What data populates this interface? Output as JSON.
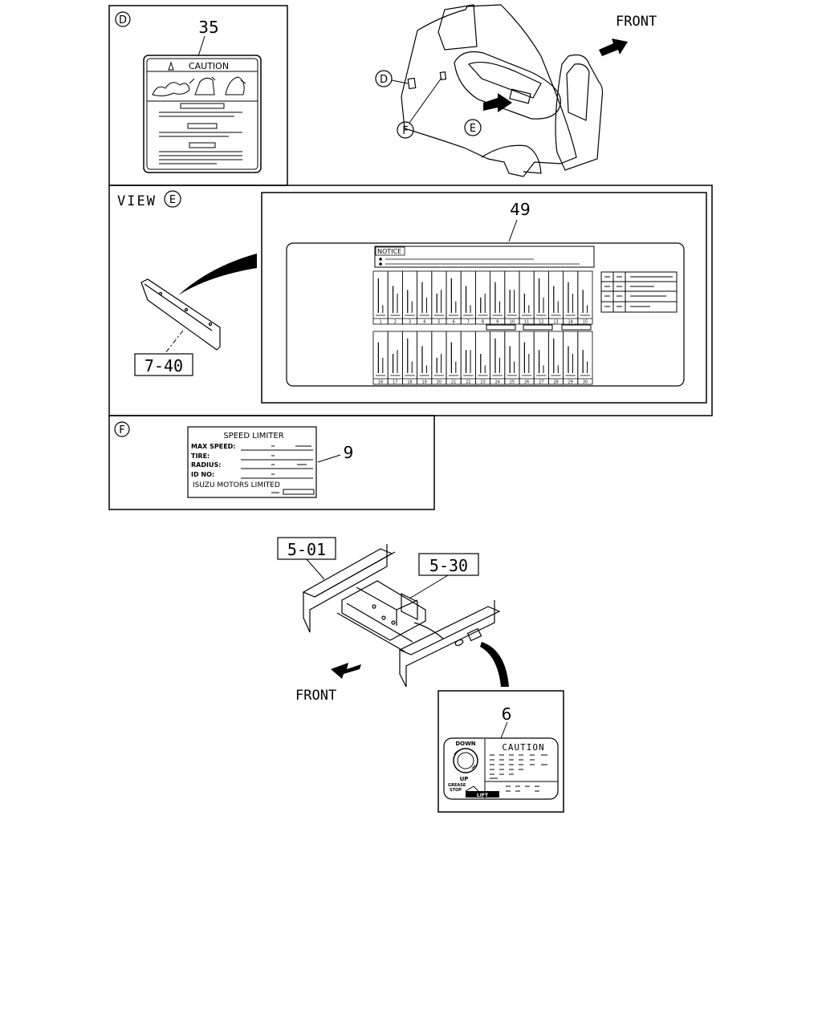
{
  "front_label_top": "FRONT",
  "front_label_bottom": "FRONT",
  "section_d": {
    "marker": "D",
    "part_number": "35",
    "label_title": "CAUTION"
  },
  "cab_callouts": {
    "d": "D",
    "f": "F",
    "e": "E"
  },
  "view_e": {
    "view_word": "VIEW",
    "view_marker": "E",
    "ref_box": "7-40",
    "part_number": "49",
    "notice_title": "NOTICE",
    "fuse_numbers_row1": [
      "1",
      "2",
      "3",
      "4",
      "5",
      "6",
      "7",
      "8",
      "9",
      "10",
      "11",
      "12",
      "13",
      "14",
      "15"
    ],
    "fuse_numbers_row2": [
      "16",
      "17",
      "18",
      "19",
      "20",
      "21",
      "22",
      "23",
      "24",
      "25",
      "26",
      "27",
      "28",
      "29",
      "30"
    ]
  },
  "section_f": {
    "marker": "F",
    "part_number": "9",
    "label_title": "SPEED LIMITER",
    "rows": [
      "MAX SPEED:",
      "TIRE:",
      "RADIUS:",
      "ID NO:"
    ],
    "footer": "ISUZU MOTORS LIMITED"
  },
  "frame": {
    "ref_left": "5-01",
    "ref_right": "5-30"
  },
  "section_6": {
    "part_number": "6",
    "caution": "CAUTION",
    "down": "DOWN",
    "up": "UP",
    "speed_small": "GREASE",
    "stop_small": "STOP",
    "button_text": "LIFT"
  }
}
